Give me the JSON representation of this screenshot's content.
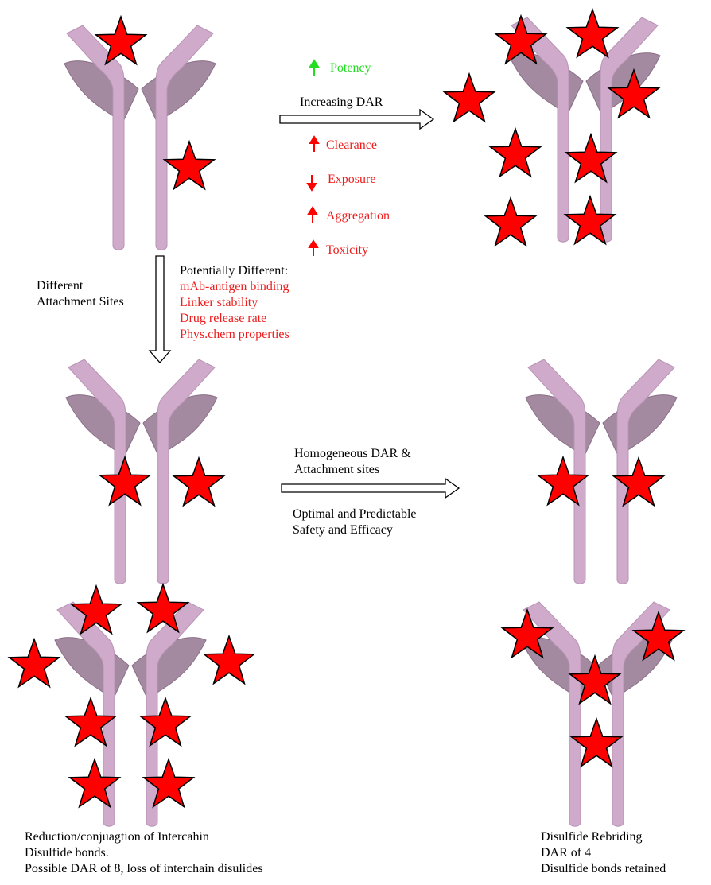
{
  "colors": {
    "arm": "#cfaacb",
    "arm_light": "#dcbcd8",
    "arm_dark": "#b894b4",
    "light_chain": "#a48aa0",
    "light_chain_dark": "#8a6f86",
    "star": "#ff0000",
    "star_outline": "#000000",
    "increase_effect": "#ff0000",
    "potency": "#22dd22"
  },
  "antibodies": [
    {
      "name": "antibody-low-dar",
      "stars": 2
    },
    {
      "name": "antibody-high-dar",
      "stars": 8
    },
    {
      "name": "antibody-different-sites",
      "stars": 2
    },
    {
      "name": "antibody-homogeneous",
      "stars": 2
    },
    {
      "name": "antibody-reduction-dar8",
      "stars": 8
    },
    {
      "name": "antibody-rebridging-dar4",
      "stars": 4
    }
  ],
  "top": {
    "arrow_label": "Increasing DAR",
    "effects": [
      {
        "label": "Potency",
        "direction": "up",
        "color": "green"
      },
      {
        "label": "Clearance",
        "direction": "up",
        "color": "red"
      },
      {
        "label": "Exposure",
        "direction": "down",
        "color": "red"
      },
      {
        "label": "Aggregation",
        "direction": "up",
        "color": "red"
      },
      {
        "label": "Toxicity",
        "direction": "up",
        "color": "red"
      }
    ]
  },
  "middle": {
    "side_label": [
      "Different",
      "Attachment Sites"
    ],
    "heading": "Potentially Different:",
    "items": [
      "mAb-antigen binding",
      "Linker stability",
      "Drug release rate",
      "Phys.chem properties"
    ]
  },
  "homogeneous": {
    "above": [
      "Homogeneous DAR &",
      "Attachment sites"
    ],
    "below": [
      "Optimal and Predictable",
      "Safety and Efficacy"
    ]
  },
  "captions": {
    "left": [
      "Reduction/conjuagtion of Intercahin",
      "Disulfide bonds.",
      "Possible DAR of 8, loss of interchain disulides"
    ],
    "right": [
      "Disulfide Rebriding",
      "DAR of 4",
      "Disulfide bonds retained"
    ]
  }
}
